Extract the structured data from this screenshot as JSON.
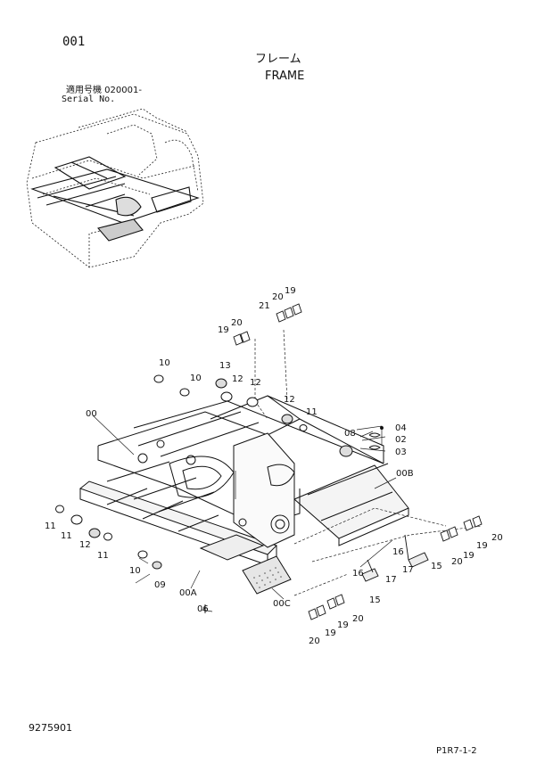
{
  "header": {
    "page_number": "001",
    "title_jp": "フレーム",
    "title_en": "FRAME",
    "serial_jp": "適用号機  020001-",
    "serial_en": "Serial No."
  },
  "footer": {
    "document_code": "9275901",
    "page_code": "P1R7-1-2"
  },
  "callouts": {
    "main_frame": "00",
    "side_deck_a": "00A",
    "side_deck_b": "00B",
    "step_c": "00C",
    "c01": "21",
    "c02": "20",
    "c03": "19",
    "c04": "19",
    "c05": "20",
    "c06": "10",
    "c07": "13",
    "c08": "10",
    "c09": "12",
    "c10": "12",
    "c11": "12",
    "c12": "11",
    "c13": "08",
    "c14": "04",
    "c15": "02",
    "c16": "03",
    "c17": "11",
    "c18": "11",
    "c19": "12",
    "c20": "11",
    "c21": "10",
    "c22": "09",
    "c23": "06",
    "c24": "16",
    "c25": "17",
    "c26": "15",
    "c27": "16",
    "c28": "17",
    "c29": "15",
    "c30": "20",
    "c31": "19",
    "c32": "19",
    "c33": "20",
    "c34": "20",
    "c35": "19",
    "c36": "19",
    "c37": "20"
  }
}
